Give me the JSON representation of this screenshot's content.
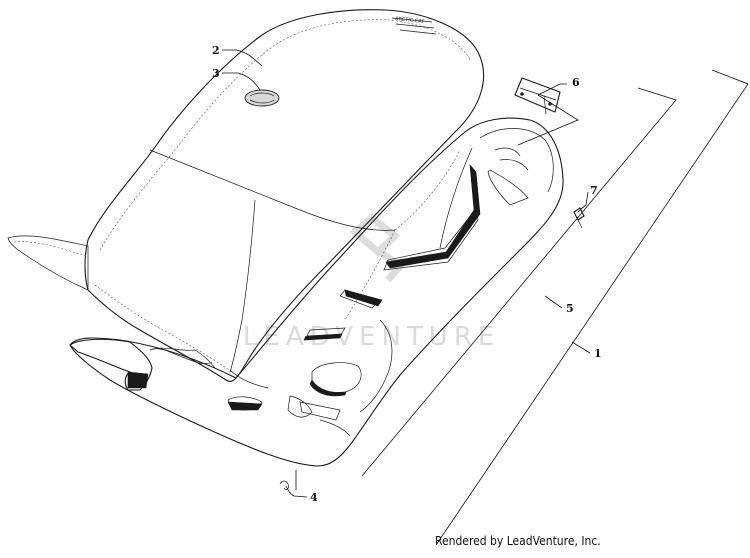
{
  "diagram": {
    "callouts": [
      {
        "id": "c2",
        "label": "2"
      },
      {
        "id": "c3",
        "label": "3"
      },
      {
        "id": "c6",
        "label": "6"
      },
      {
        "id": "c7",
        "label": "7"
      },
      {
        "id": "c5",
        "label": "5"
      },
      {
        "id": "c1",
        "label": "1"
      },
      {
        "id": "c4",
        "label": "4"
      }
    ],
    "watermark": "LEADVENTURE",
    "seat_logo_text": "ARCTIC CAT",
    "credit": "Rendered by LeadVenture, Inc."
  }
}
